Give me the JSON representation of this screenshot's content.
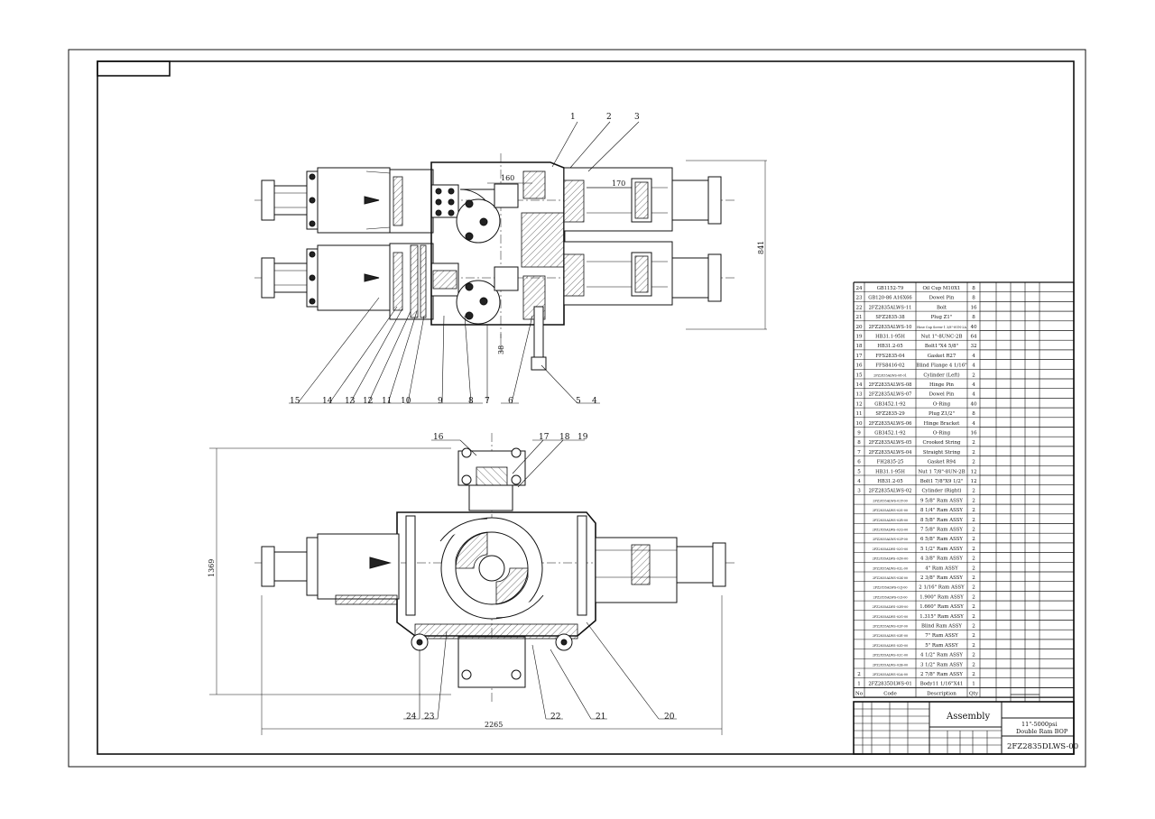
{
  "drawing": {
    "part_callouts_top": [
      "1",
      "2",
      "3",
      "4",
      "5",
      "6",
      "7",
      "8",
      "9",
      "10",
      "11",
      "12",
      "13",
      "14",
      "15"
    ],
    "part_callouts_bottom": [
      "16",
      "17",
      "18",
      "19",
      "20",
      "21",
      "22",
      "23",
      "24"
    ],
    "dimensions": {
      "dim_160": "160",
      "dim_170": "170",
      "dim_841": "841",
      "dim_38": "38",
      "dim_1369": "1369",
      "dim_2265": "2265"
    }
  },
  "bom": {
    "headers": {
      "no": "No",
      "code": "Code",
      "description": "Description",
      "qty": "Qty"
    },
    "rows": [
      {
        "no": "24",
        "code": "GB1152-79",
        "description": "Oil Cup M10X1",
        "qty": "8"
      },
      {
        "no": "23",
        "code": "GB120-86 A16X66",
        "description": "Dowel Pin",
        "qty": "8"
      },
      {
        "no": "22",
        "code": "2FZ2835ALWS-11",
        "description": "Bolt",
        "qty": "16"
      },
      {
        "no": "21",
        "code": "SFZ2835-38",
        "description": "Plug Z1\"",
        "qty": "8"
      },
      {
        "no": "20",
        "code": "2FZ2835ALWS-10",
        "description": "Hose Cup Screw 1 3/8\"-8UN-2A",
        "qty": "40"
      },
      {
        "no": "19",
        "code": "HB31.1-95H",
        "description": "Nut 1\"-8UNC-2B",
        "qty": "64"
      },
      {
        "no": "18",
        "code": "HB31.2-05",
        "description": "Bolt1\"X4 5/8\"",
        "qty": "32"
      },
      {
        "no": "17",
        "code": "FFS2835-04",
        "description": "Gasket R27",
        "qty": "4"
      },
      {
        "no": "16",
        "code": "FFS8416-02",
        "description": "Blind Flange 4 1/16\"",
        "qty": "4"
      },
      {
        "no": "15",
        "code": "2FZ2835ALWS-08-01",
        "description": "Cylinder (Left)",
        "qty": "2"
      },
      {
        "no": "14",
        "code": "2FZ2835ALWS-08",
        "description": "Hinge Pin",
        "qty": "4"
      },
      {
        "no": "13",
        "code": "2FZ2835ALWS-07",
        "description": "Dowel Pin",
        "qty": "4"
      },
      {
        "no": "12",
        "code": "GB3452.1-92",
        "description": "O-Ring",
        "qty": "40"
      },
      {
        "no": "11",
        "code": "SFZ2835-29",
        "description": "Plug Z1/2\"",
        "qty": "8"
      },
      {
        "no": "10",
        "code": "2FZ2835ALWS-06",
        "description": "Hinge Bracket",
        "qty": "4"
      },
      {
        "no": "9",
        "code": "GB3452.1-92",
        "description": "O-Ring",
        "qty": "16"
      },
      {
        "no": "8",
        "code": "2FZ2835ALWS-05",
        "description": "Crooked String",
        "qty": "2"
      },
      {
        "no": "7",
        "code": "2FZ2835ALWS-04",
        "description": "Straight String",
        "qty": "2"
      },
      {
        "no": "6",
        "code": "FH2835-25",
        "description": "Gasket R94",
        "qty": "2"
      },
      {
        "no": "5",
        "code": "HB31.1-95H",
        "description": "Nut 1 7/8\"-8UN-2B",
        "qty": "12"
      },
      {
        "no": "4",
        "code": "HB31.2-05",
        "description": "Bolt1 7/8\"X9 1/2\"",
        "qty": "12"
      },
      {
        "no": "3",
        "code": "2FZ2835ALWS-02",
        "description": "Cylinder (Right)",
        "qty": "2"
      },
      {
        "no": "",
        "code": "2FZ2835ALWS-02T-00",
        "description": "9 5/8\" Ram ASSY",
        "qty": "2"
      },
      {
        "no": "",
        "code": "2FZ2835ALWS-02S-00",
        "description": "8 1/4\" Ram ASSY",
        "qty": "2"
      },
      {
        "no": "",
        "code": "2FZ2835ALWS-02R-00",
        "description": "8 5/8\" Ram ASSY",
        "qty": "2"
      },
      {
        "no": "",
        "code": "2FZ2835ALWS-02Q-00",
        "description": "7 5/8\" Ram ASSY",
        "qty": "2"
      },
      {
        "no": "",
        "code": "2FZ2835ALWS-02P-00",
        "description": "6 5/8\" Ram ASSY",
        "qty": "2"
      },
      {
        "no": "",
        "code": "2FZ2835ALWS-02O-00",
        "description": "5 1/2\" Ram ASSY",
        "qty": "2"
      },
      {
        "no": "",
        "code": "2FZ2835ALWS-02N-00",
        "description": "4 3/8\" Ram ASSY",
        "qty": "2"
      },
      {
        "no": "",
        "code": "2FZ2835ALWS-02L-00",
        "description": "4\" Ram ASSY",
        "qty": "2"
      },
      {
        "no": "",
        "code": "2FZ2835ALWS-02K-00",
        "description": "2 3/8\" Ram ASSY",
        "qty": "2"
      },
      {
        "no": "",
        "code": "2FZ2835ALWS-02J-00",
        "description": "2 1/16\" Ram ASSY",
        "qty": "2"
      },
      {
        "no": "",
        "code": "2FZ2835ALWS-02I-00",
        "description": "1.900\" Ram ASSY",
        "qty": "2"
      },
      {
        "no": "",
        "code": "2FZ2835ALWS-02H-00",
        "description": "1.660\" Ram ASSY",
        "qty": "2"
      },
      {
        "no": "",
        "code": "2FZ2835ALWS-02G-00",
        "description": "1.315\" Ram ASSY",
        "qty": "2"
      },
      {
        "no": "",
        "code": "2FZ2835ALWS-02F-00",
        "description": "Blind Ram ASSY",
        "qty": "2"
      },
      {
        "no": "",
        "code": "2FZ2835ALWS-02E-00",
        "description": "7\" Ram ASSY",
        "qty": "2"
      },
      {
        "no": "",
        "code": "2FZ2835ALWS-02D-00",
        "description": "5\" Ram ASSY",
        "qty": "2"
      },
      {
        "no": "",
        "code": "2FZ2835ALWS-02C-00",
        "description": "4 1/2\" Ram ASSY",
        "qty": "2"
      },
      {
        "no": "",
        "code": "2FZ2835ALWS-02B-00",
        "description": "3 1/2\" Ram ASSY",
        "qty": "2"
      },
      {
        "no": "2",
        "code": "2FZ2835ALWS-02A-00",
        "description": "2 7/8\" Ram ASSY",
        "qty": "2"
      },
      {
        "no": "1",
        "code": "2FZ2835DLWS-01",
        "description": "Body11 1/16\"X41",
        "qty": "1"
      }
    ]
  },
  "title_block": {
    "title": "Assembly",
    "spec_line1": "11\"-5000psi",
    "spec_line2": "Double Ram BOP",
    "drawing_no": "2FZ2835DLWS-00"
  }
}
